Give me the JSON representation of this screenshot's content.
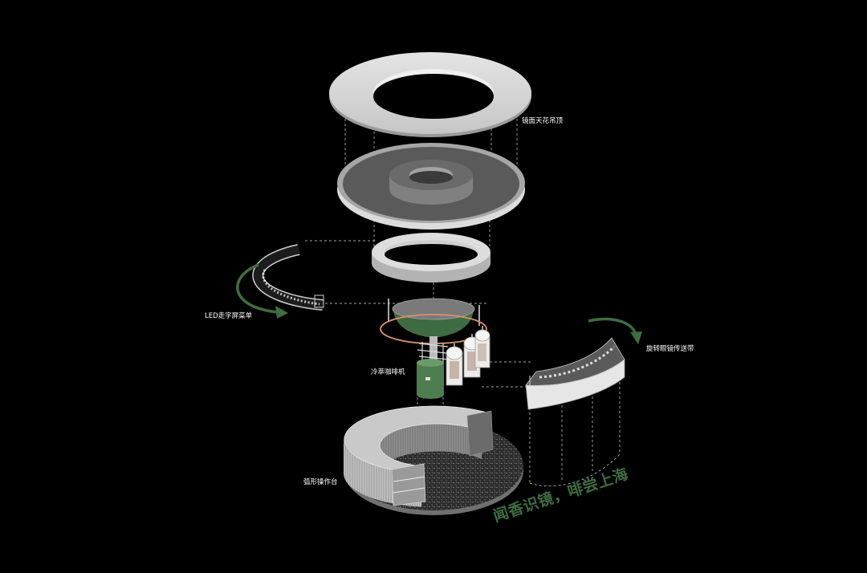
{
  "labels": {
    "ceiling": "镜面天花吊顶",
    "led_menu": "LED走字屏菜单",
    "coffee_machine": "冷萃咖啡机",
    "conveyor": "旋转眼镜传送带",
    "counter": "弧形操作台"
  },
  "slogan": "闻香识镜，啡尝上海",
  "colors": {
    "background": "#000000",
    "accent_green": "#3e6d3f",
    "label_text": "#ffffff",
    "ring_gray": "#d6d6d6",
    "orange_ring": "#d9926a"
  }
}
